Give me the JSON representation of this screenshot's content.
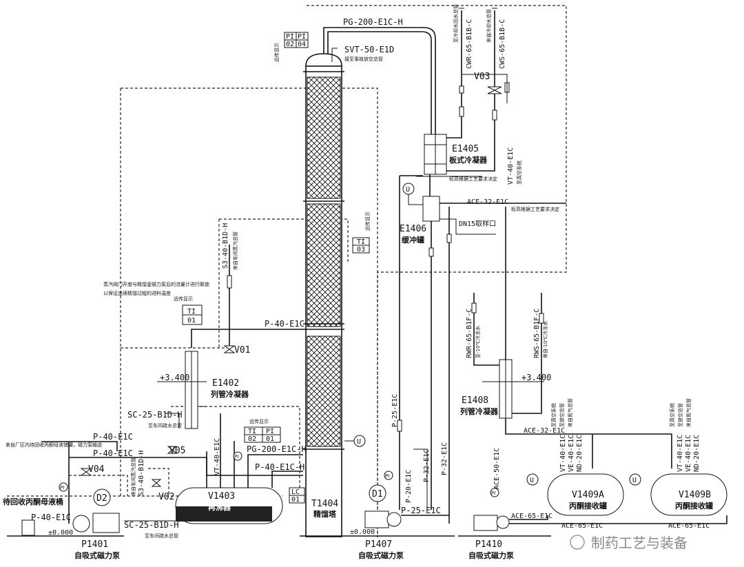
{
  "equipment": {
    "column": {
      "tag": "T1404",
      "name": "精馏塔"
    },
    "plate_condenser": {
      "tag": "E1405",
      "name": "板式冷凝器"
    },
    "buffer_tank": {
      "tag": "E1406",
      "name": "缓冲罐"
    },
    "tube_condenser": {
      "tag": "E1402",
      "name": "列管冷凝器"
    },
    "reboiler": {
      "tag": "V1403",
      "name": "再沸器"
    },
    "cooler": {
      "tag": "E1408",
      "name": "列管冷凝器"
    },
    "receiver_a": {
      "tag": "V1409A",
      "name": "丙酮接收罐"
    },
    "receiver_b": {
      "tag": "V1409B",
      "name": "丙酮接收罐"
    },
    "pump_1": {
      "tag": "P1401",
      "name": "自吸式磁力泵"
    },
    "pump_2": {
      "tag": "P1407",
      "name": "自吸式磁力泵"
    },
    "pump_3": {
      "tag": "P1410",
      "name": "自吸式磁力泵"
    },
    "feed_tank": {
      "name": "待回收丙酮母液桶"
    }
  },
  "instruments": {
    "pi_02": {
      "top": "PI",
      "bottom": "02"
    },
    "pi_04": {
      "top": "PI",
      "bottom": "04"
    },
    "ti_03": {
      "top": "TI",
      "bottom": "03"
    },
    "ti_01": {
      "top": "TI",
      "bottom": "01"
    },
    "ti_02": {
      "top": "TI",
      "bottom": "02"
    },
    "pi_01": {
      "top": "PI",
      "bottom": "01"
    },
    "lc_01": {
      "top": "LC",
      "bottom": "01"
    },
    "d1": "D1",
    "d2": "D2",
    "pi_small": "PI",
    "lamp": "U"
  },
  "valves": {
    "v01": "V01",
    "v02": "V02",
    "v03": "V03",
    "v04": "V04",
    "v05": "V05"
  },
  "lines": {
    "pg200_top": "PG-200-E1C-H",
    "svt50": "SVT-50-E1D",
    "cwr65": "CWR-65-B1B-C",
    "cws65": "CWS-65-B1B-C",
    "vt40_top": "VT-40-E1C",
    "ace32_top": "ACE-32-E1C",
    "dn15": "DN15取样口",
    "s3_40": "S3-40-B1D-H",
    "p40_mid": "P-40-E1C",
    "sc25_left": "SC-25-B1D-H",
    "p40_feed_a": "P-40-E1C",
    "p40_feed_b": "P-40-E1C",
    "p40_pump": "P-40-E1C",
    "vt40_reb": "VT-40-E1C",
    "pg200_reb": "PG-200-E1C-H",
    "p40_reb": "P-40-E1C-H",
    "s3_40_reb": "S3-40-B1D-H",
    "sc25_bottom": "SC-25-B1D-H",
    "p25_a": "P-25-E1C",
    "p25_b": "P-25-E1C",
    "p20": "P-20-E1C",
    "p32_a": "P-32-E1C",
    "p32_b": "P-32-E1C",
    "rwr65": "RWR-65-B1F-C",
    "rws65": "RWS-65-B1F-C",
    "ace32_rcv": "ACE-32-E1C",
    "ace50": "ACE-50-E1C",
    "ace65_pump": "ACE-65-E1C",
    "ace65_a": "ACE-65-E1C",
    "ace65_b": "ACE-65-E1C",
    "vt40_ra": "VT-40-E1C",
    "ve40_ra": "VE-40-E1C",
    "nd20_ra": "ND-20-E1C",
    "vt40_rb": "VT-40-E1C",
    "ve40_rb": "VE-40-E1C",
    "nd20_rb": "ND-20-E1C"
  },
  "elevations": {
    "e1402": "+3.400",
    "e1408": "+3.400",
    "ground_a": "±0.000",
    "ground_b": "±0.000"
  },
  "notes": {
    "elevation_note_1": "标高根据工艺要求决定",
    "elevation_note_2": "标高根据工艺要求决定",
    "steam_note_1": "蒸汽阀门开度与精馏釜磁力泵后的流量计进行联锁",
    "steam_note_2": "以保证连续精馏过程的进料温度",
    "feed_note_1": "来自厂区内待回收丙酮母液储罐，磁力泵输送",
    "remote_display": "远传显示",
    "to_blowdown": "接至事故放空总管",
    "from_cw_main": "来自冷却水总管",
    "to_cw_return": "至冷却水回水总管",
    "from_steam": "来自车间蒸汽总管",
    "to_condensate": "至车间疏水总管",
    "from_chill": "来自-10℃冷冻水",
    "to_chill": "至-10℃冷冻水",
    "to_vacuum": "至真空系统",
    "from_n2": "来自氮气总管",
    "to_vent": "至放空总管"
  },
  "watermark": "制药工艺与装备"
}
